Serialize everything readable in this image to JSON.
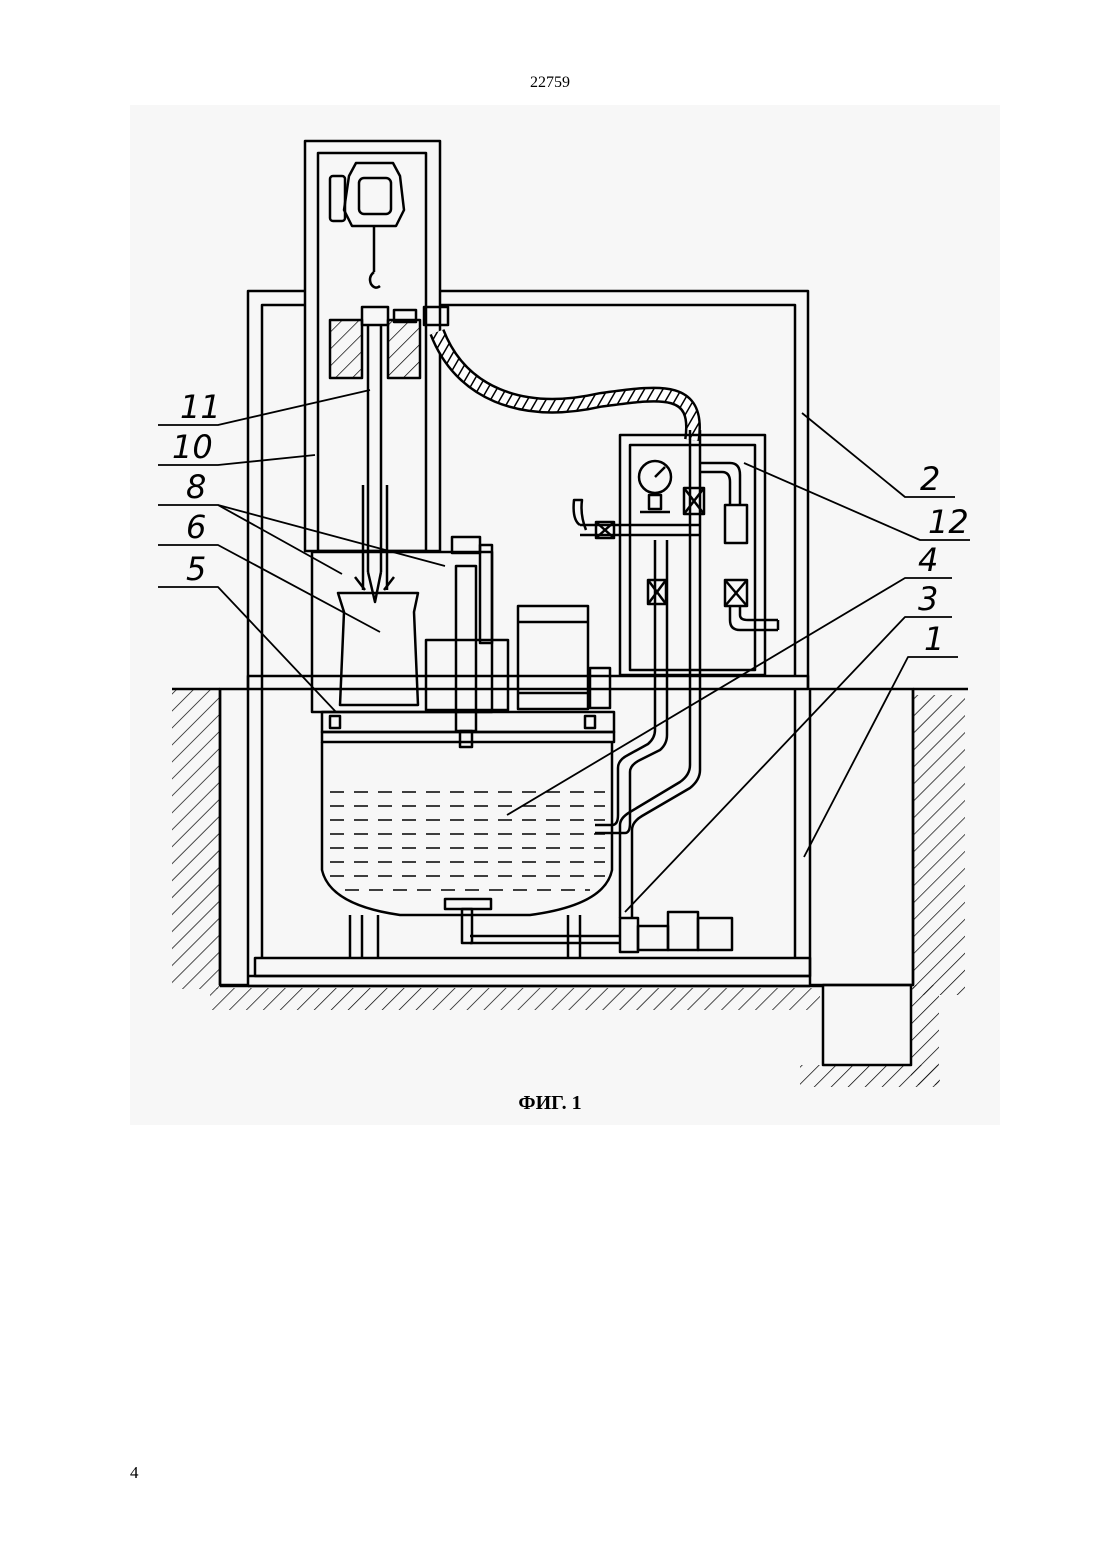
{
  "page": {
    "number_top": "22759",
    "number_bottom": "4"
  },
  "figure": {
    "caption": "ФИГ. 1",
    "callouts": [
      "1",
      "2",
      "3",
      "4",
      "5",
      "6",
      "8",
      "10",
      "11",
      "12"
    ]
  }
}
